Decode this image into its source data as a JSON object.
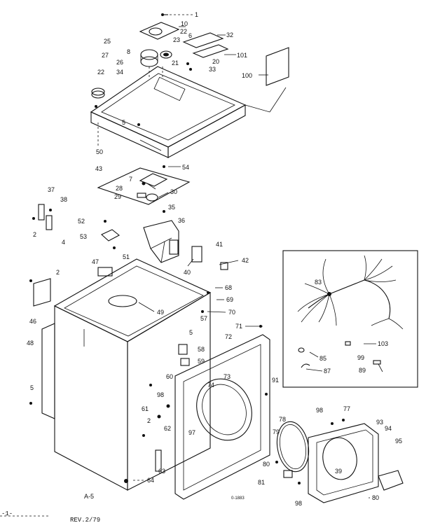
{
  "diagram": {
    "footer_left": "-1-",
    "footer_rev": "REV.2/79",
    "section_label": "A-5",
    "drawing_number": "0-1883",
    "callouts": {
      "c1": "1",
      "c10": "10",
      "c22": "22",
      "c6": "6",
      "c32": "32",
      "c25": "25",
      "c27": "27",
      "c8": "8",
      "c23": "23",
      "c101": "101",
      "c26": "26",
      "c21": "21",
      "c20": "20",
      "c33": "33",
      "c100": "100",
      "c22b": "22",
      "c34": "34",
      "c5": "5",
      "c50": "50",
      "c43": "43",
      "c54": "54",
      "c7": "7",
      "c28": "28",
      "c29": "29",
      "c30": "30",
      "c37": "37",
      "c38": "38",
      "c2": "2",
      "c4": "4",
      "c35": "35",
      "c36": "36",
      "c52": "52",
      "c53": "53",
      "c51": "51",
      "c41": "41",
      "c40": "40",
      "c42": "42",
      "c47": "47",
      "c2b": "2",
      "c46": "46",
      "c49": "49",
      "c68": "68",
      "c69": "69",
      "c70": "70",
      "c71": "71",
      "c72": "72",
      "c5b": "5",
      "c57": "57",
      "c58": "58",
      "c59": "59",
      "c48": "48",
      "c5c": "5",
      "c60": "60",
      "c73": "73",
      "c74": "74",
      "c98": "98",
      "c61": "61",
      "c62": "62",
      "c2c": "2",
      "c97": "97",
      "c91": "91",
      "c63": "63",
      "c64": "64",
      "c78": "78",
      "c79": "79",
      "c98b": "98",
      "c77": "77",
      "c93": "93",
      "c94": "94",
      "c95": "95",
      "c80": "80",
      "c81": "81",
      "c39": "39",
      "c98c": "98",
      "c80b": "80",
      "c83": "83",
      "c103": "103",
      "c85": "85",
      "c99": "99",
      "c89": "89",
      "c87": "87"
    }
  }
}
